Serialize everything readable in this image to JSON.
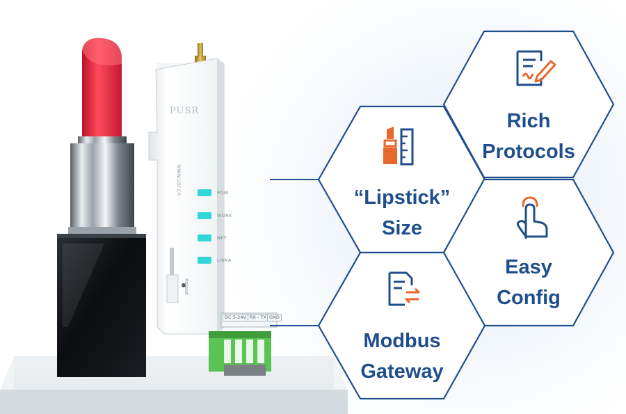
{
  "features": [
    {
      "id": "rich-protocols",
      "lines": [
        "Rich",
        "Protocols"
      ],
      "icon": "document-signature-icon"
    },
    {
      "id": "lipstick-size",
      "lines": [
        "“Lipstick”",
        "Size"
      ],
      "icon": "lipstick-ruler-icon"
    },
    {
      "id": "easy-config",
      "lines": [
        "Easy",
        "Config"
      ],
      "icon": "tap-finger-icon"
    },
    {
      "id": "modbus-gateway",
      "lines": [
        "Modbus",
        "Gateway"
      ],
      "icon": "document-exchange-icon"
    }
  ],
  "device": {
    "brand": "PUSR",
    "website": "www.usr.cn",
    "leds": [
      "POW",
      "WORK",
      "NET",
      "LINKA"
    ],
    "reload_label": "Reload",
    "terminals": [
      "DC:5-24V",
      "RX - TX",
      "GND"
    ]
  },
  "colors": {
    "hex_border": "#1f4e8c",
    "hex_text": "#1f4e8c",
    "icon_orange": "#e8672c",
    "icon_blue": "#1f4e8c",
    "led": "#31d6d6",
    "lipstick_red": "#e8283c",
    "connector_green": "#59c454"
  }
}
